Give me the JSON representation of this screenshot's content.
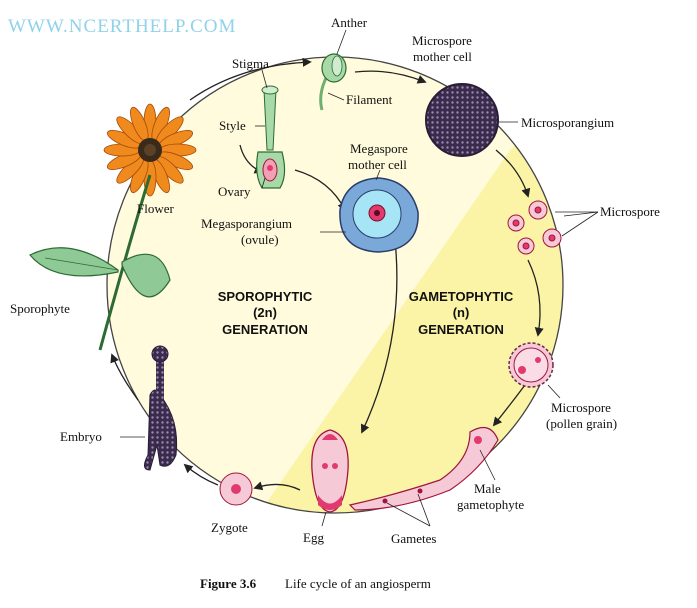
{
  "watermark": "WWW.NCERTHELP.COM",
  "generations": {
    "sporophytic": [
      "SPOROPHYTIC",
      "(2n)",
      "GENERATION"
    ],
    "gametophytic": [
      "GAMETOPHYTIC",
      "(n)",
      "GENERATION"
    ]
  },
  "labels": {
    "anther": "Anther",
    "microspore_mother_cell": [
      "Microspore",
      "mother cell"
    ],
    "stigma": "Stigma",
    "filament": "Filament",
    "style": "Style",
    "microsporangium": "Microsporangium",
    "megaspore_mother_cell": [
      "Megaspore",
      "mother cell"
    ],
    "ovary": "Ovary",
    "flower": "Flower",
    "megasporangium": [
      "Megasporangium",
      "(ovule)"
    ],
    "microspore": "Microspore",
    "sporophyte": "Sporophyte",
    "microspore_pollen": [
      "Microspore",
      "(pollen grain)"
    ],
    "embryo": "Embryo",
    "male_gametophyte": [
      "Male",
      "gametophyte"
    ],
    "zygote": "Zygote",
    "egg": "Egg",
    "gametes": "Gametes"
  },
  "caption": {
    "number": "Figure 3.6",
    "text": "Life cycle of an angiosperm"
  },
  "colors": {
    "sporophytic_fill": "#fffbdc",
    "gametophytic_fill": "#fbf3a6",
    "petal": "#f08a1c",
    "leaf": "#8fc995",
    "pink": "#f6c9d6",
    "magenta": "#e23a6e",
    "cyan": "#58c8ee",
    "purple": "#4a3860",
    "watermark": "#8fd2ea"
  }
}
